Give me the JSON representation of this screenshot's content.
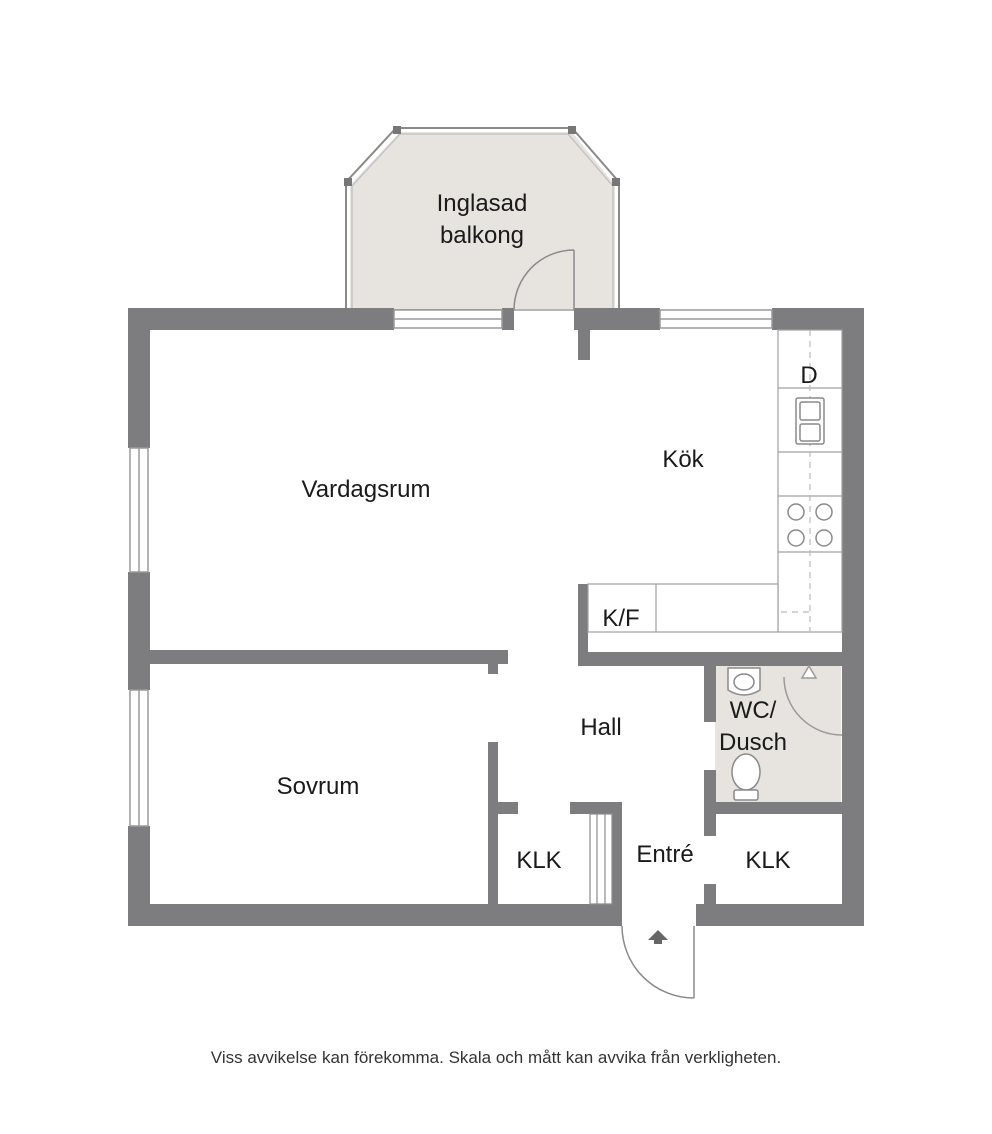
{
  "rooms": {
    "balcony_line1": "Inglasad",
    "balcony_line2": "balkong",
    "living": "Vardagsrum",
    "kitchen": "Kök",
    "dishwasher": "D",
    "fridge": "K/F",
    "hall": "Hall",
    "bath_line1": "WC/",
    "bath_line2": "Dusch",
    "bedroom": "Sovrum",
    "closet_left": "KLK",
    "entrance": "Entré",
    "closet_right": "KLK"
  },
  "disclaimer": "Viss avvikelse kan förekomma. Skala och mått kan avvika från verkligheten.",
  "colors": {
    "wall": "#7d7d80",
    "balcony_floor": "#e7e4df",
    "bathroom_floor": "#e7e4df",
    "fixture_line": "#9a9a9a"
  },
  "icons": [
    "sink-icon",
    "stove-icon",
    "toilet-icon",
    "washbasin-icon",
    "entrance-arrow-icon"
  ]
}
